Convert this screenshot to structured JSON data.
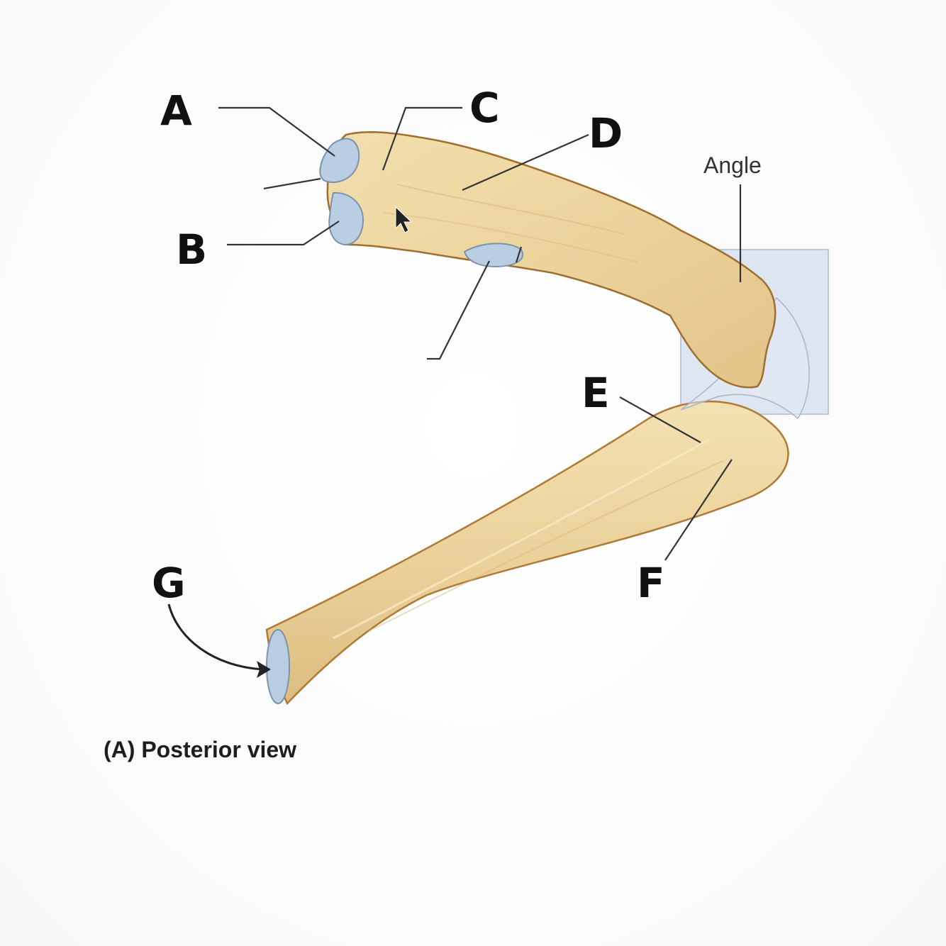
{
  "diagram": {
    "caption": "(A) Posterior view",
    "angle_label": "Angle",
    "labels": {
      "a": "A",
      "b": "B",
      "c": "C",
      "d": "D",
      "e": "E",
      "f": "F",
      "g": "G"
    },
    "colors": {
      "bone": "#ecd39c",
      "bone_outline": "#b07a35",
      "cartilage": "#b9cde3",
      "angle_box": "#d3deed"
    }
  }
}
